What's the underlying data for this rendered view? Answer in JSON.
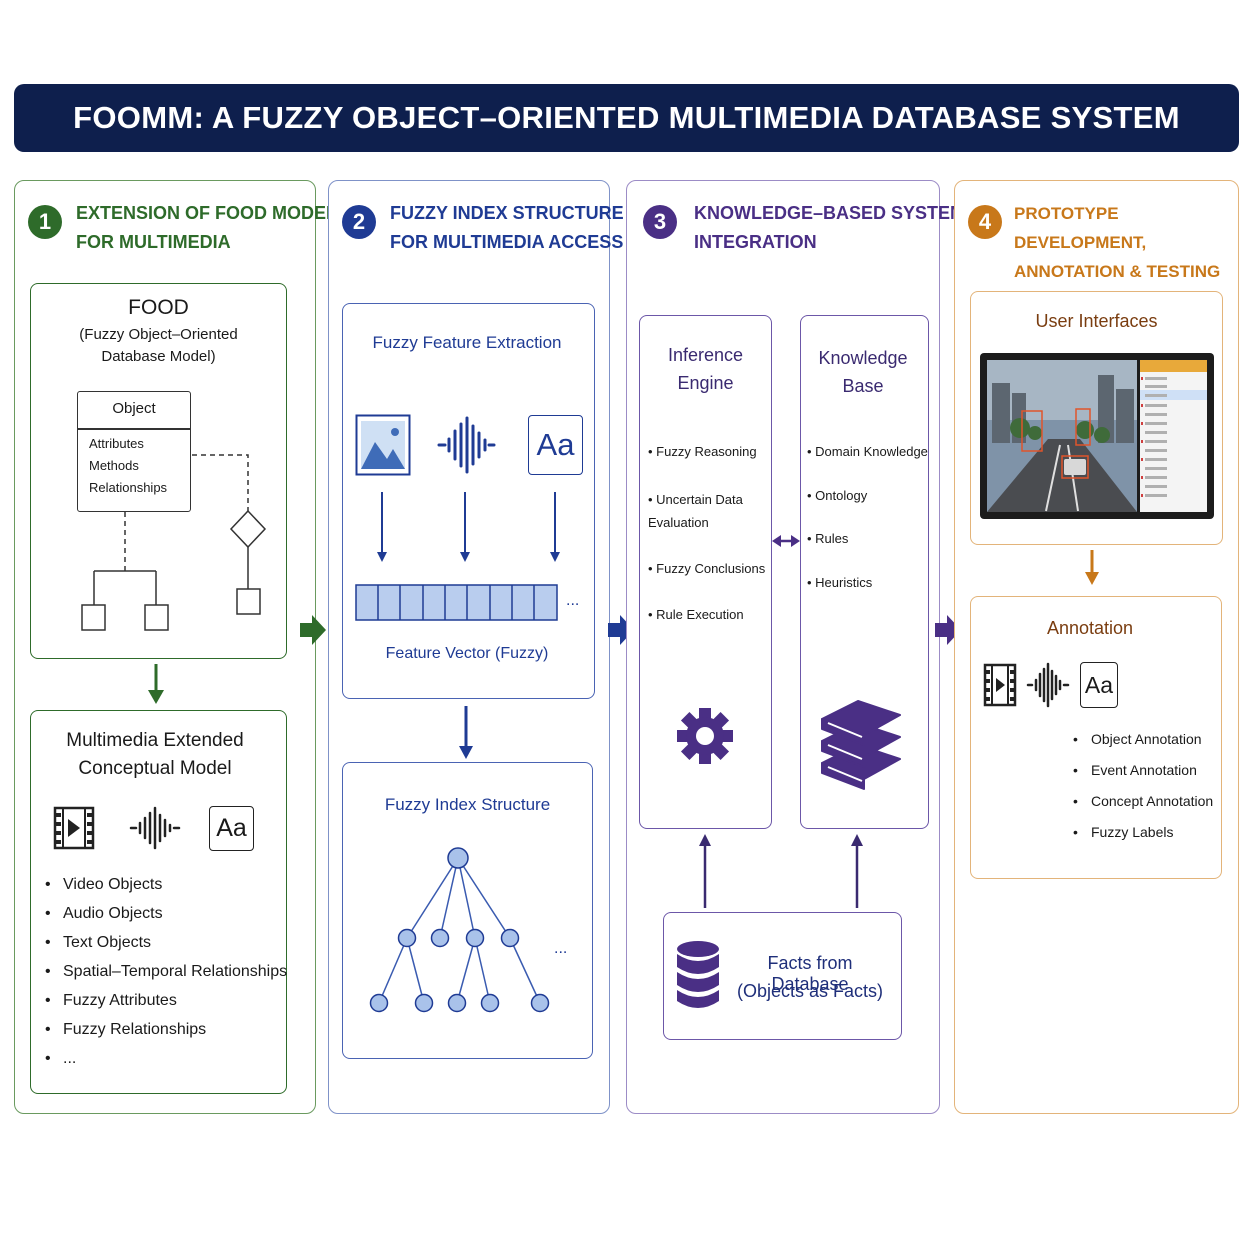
{
  "title": "FOOMM: A FUZZY OBJECT–ORIENTED MULTIMEDIA DATABASE SYSTEM",
  "colors": {
    "navy": "#0e1f4d",
    "green": "#2e6b2a",
    "blue": "#1f3b94",
    "purple": "#4a2f85",
    "orange": "#c8781a"
  },
  "panel1": {
    "num": "1",
    "title_line1": "EXTENSION OF FOOD MODEL",
    "title_line2": "FOR MULTIMEDIA",
    "food_title": "FOOD",
    "food_sub1": "(Fuzzy Object–Oriented",
    "food_sub2": "Database Model)",
    "object_label": "Object",
    "object_attrs": [
      "Attributes",
      "Methods",
      "Relationships"
    ],
    "ext_title1": "Multimedia Extended",
    "ext_title2": "Conceptual Model",
    "text_icon": "Aa",
    "ext_items": [
      "Video Objects",
      "Audio Objects",
      "Text Objects",
      "Spatial–Temporal Relationships",
      "Fuzzy Attributes",
      "Fuzzy Relationships",
      "..."
    ]
  },
  "panel2": {
    "num": "2",
    "title_line1": "FUZZY INDEX STRUCTURE",
    "title_line2": "FOR MULTIMEDIA ACCESS",
    "extract_title": "Fuzzy Feature Extraction",
    "text_icon": "Aa",
    "vector_label": "Feature Vector (Fuzzy)",
    "vector_ellipsis": "...",
    "index_title": "Fuzzy Index Structure",
    "tree_ellipsis": "..."
  },
  "panel3": {
    "num": "3",
    "title_line1": "KNOWLEDGE–BASED SYSTEM",
    "title_line2": "INTEGRATION",
    "inference_title1": "Inference",
    "inference_title2": "Engine",
    "inference_items": [
      "Fuzzy Reasoning",
      "Uncertain Data Evaluation",
      "Fuzzy Conclusions",
      "Rule Execution"
    ],
    "kb_title1": "Knowledge",
    "kb_title2": "Base",
    "kb_items": [
      "Domain Knowledge",
      "Ontology",
      "Rules",
      "Heuristics"
    ],
    "facts_line1": "Facts from Database",
    "facts_line2": "(Objects as Facts)"
  },
  "panel4": {
    "num": "4",
    "title_line1": "PROTOTYPE DEVELOPMENT,",
    "title_line2": "ANNOTATION & TESTING",
    "ui_title": "User Interfaces",
    "annotation_title": "Annotation",
    "text_icon": "Aa",
    "annotation_items": [
      "Object Annotation",
      "Event Annotation",
      "Concept Annotation",
      "Fuzzy Labels"
    ]
  }
}
